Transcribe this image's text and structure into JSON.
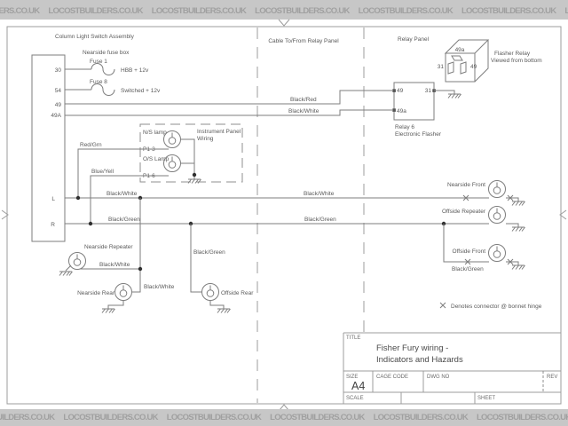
{
  "watermark": {
    "text": "LOCOSTBUILDERS.CO.UK"
  },
  "colors": {
    "watermark_bar_bg": "#c7c7c7",
    "watermark_text": "#a0a0a0",
    "diagram_line": "#7d7d7d",
    "diagram_text": "#5a5a5a",
    "frame": "#9c9c9c",
    "junction_dot": "#2f2f2f"
  },
  "diagram": {
    "column_switch": {
      "title": "Column Light Switch Assembly",
      "terminals": {
        "t30": "30",
        "t54": "54",
        "t49": "49",
        "t49A": "49A",
        "L": "L",
        "R": "R"
      }
    },
    "fusebox": {
      "label": "Nearside fuse box",
      "fuse1": "Fuse 1",
      "fuse1_feed": "HBB + 12v",
      "fuse8": "Fuse 8",
      "fuse8_feed": "Switched + 12v"
    },
    "cable": {
      "label": "Cable To/From Relay Panel"
    },
    "relay_area": {
      "label": "Relay Panel",
      "flasher": {
        "caption1": "Flasher Relay",
        "caption2": "Viewed from bottom",
        "t49a": "49a",
        "t31": "31",
        "t49": "49"
      },
      "relay6": {
        "caption1": "Relay 6",
        "caption2": "Electronic Flasher",
        "t49": "49",
        "t31": "31",
        "t49a": "49a"
      }
    },
    "instrument_panel": {
      "caption1": "Instrument Panel",
      "caption2": "Wiring",
      "ns_lamp": "N/S lamp",
      "p1_3": "P1-3",
      "os_lamp": "O/S Lamp",
      "p1_6": "P1-6"
    },
    "wires": {
      "black_red": "Black/Red",
      "black_white": "Black/White",
      "black_green": "Black/Green",
      "red_grn": "Red/Grn",
      "blue_yell": "Blue/Yell"
    },
    "lamps": {
      "nearside_repeater": "Nearside Repeater",
      "nearside_rear": "Nearside Rear",
      "offside_rear": "Offside Rear",
      "nearside_front": "Nearside Front",
      "offside_repeater": "Offside Repeater",
      "offside_front": "Offside Front"
    },
    "note": {
      "text": "Denotes connector @ bonnet hinge"
    }
  },
  "title_block": {
    "title_label": "TITLE",
    "title_line1": "Fisher Fury wiring -",
    "title_line2": "Indicators and Hazards",
    "size_label": "SIZE",
    "size_value": "A4",
    "cage_code_label": "CAGE CODE",
    "dwg_no_label": "DWG NO",
    "rev_label": "REV",
    "scale_label": "SCALE",
    "sheet_label": "SHEET"
  }
}
